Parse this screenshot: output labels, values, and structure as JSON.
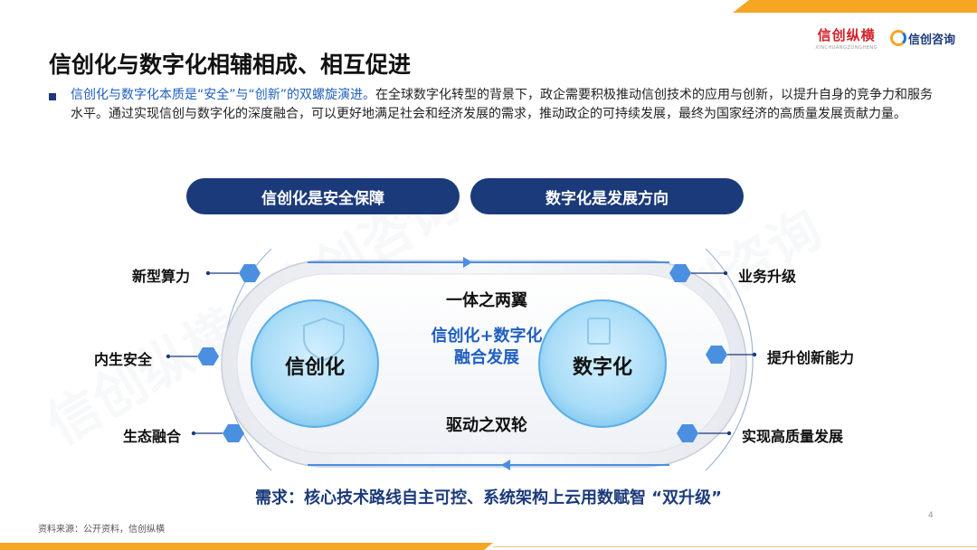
{
  "header": {
    "title": "信创化与数字化相辅相成、相互促进",
    "logo_left": "信创纵横",
    "logo_left_sub": "XINCHUANGZONGHENG",
    "logo_right": "信创咨询"
  },
  "intro": {
    "part1": "信创化与数字化本质是“安全”与“创新”的双螺旋演进。",
    "part2": "在全球数字化转型的背景下，政企需要积极推动信创技术的应用与创新，以提升自身的竞争力和服务水平。通过实现信创与数字化的深度融合，可以更好地满足社会和经济发展的需求，推动政企的可持续发展，最终为国家经济的高质量发展贡献力量。"
  },
  "pills": {
    "left": "信创化是安全保障",
    "right": "数字化是发展方向"
  },
  "diagram": {
    "top_text": "一体之两翼",
    "center_text_line1": "信创化+数字化",
    "center_text_line2": "融合发展",
    "bottom_text": "驱动之双轮",
    "left_circle": "信创化",
    "right_circle": "数字化",
    "left_labels": [
      "新型算力",
      "内生安全",
      "生态融合"
    ],
    "right_labels": [
      "业务升级",
      "提升创新能力",
      "实现高质量发展"
    ]
  },
  "footer": {
    "requirement": "需求：核心技术路线自主可控、系统架构上云用数赋智 “双升级”",
    "source": "资料来源：公开资料，信创纵横",
    "page_number": "4"
  },
  "watermark": "信创纵横&信创咨询",
  "colors": {
    "navy": "#1b3a7a",
    "blue": "#1f5fbf",
    "accent_orange": "#f5a623",
    "hexagon": "#4a8fe0"
  }
}
